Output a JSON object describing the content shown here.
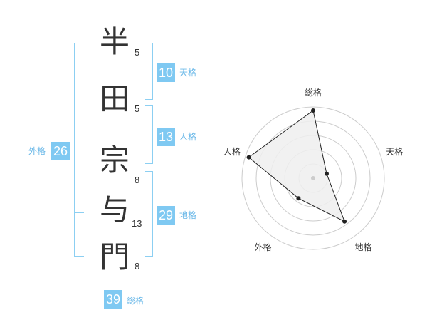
{
  "name": {
    "chars": [
      "半",
      "田",
      "宗",
      "与",
      "門"
    ],
    "strokes": [
      "5",
      "5",
      "8",
      "13",
      "8"
    ]
  },
  "fortunes": {
    "tenkaku": {
      "value": "10",
      "label": "天格"
    },
    "jinkaku": {
      "value": "13",
      "label": "人格"
    },
    "chikaku": {
      "value": "29",
      "label": "地格"
    },
    "gaikaku": {
      "value": "26",
      "label": "外格"
    },
    "soukaku": {
      "value": "39",
      "label": "総格"
    }
  },
  "chart_data": {
    "type": "radar",
    "axes": [
      "総格",
      "天格",
      "地格",
      "外格",
      "人格"
    ],
    "values": [
      0.95,
      0.2,
      0.75,
      0.35,
      0.95
    ],
    "max": 1,
    "rings": 5,
    "colors": {
      "ring": "#cccccc",
      "fill": "#eeeeee",
      "line": "#222222",
      "point": "#222222",
      "center": "#cccccc"
    }
  }
}
